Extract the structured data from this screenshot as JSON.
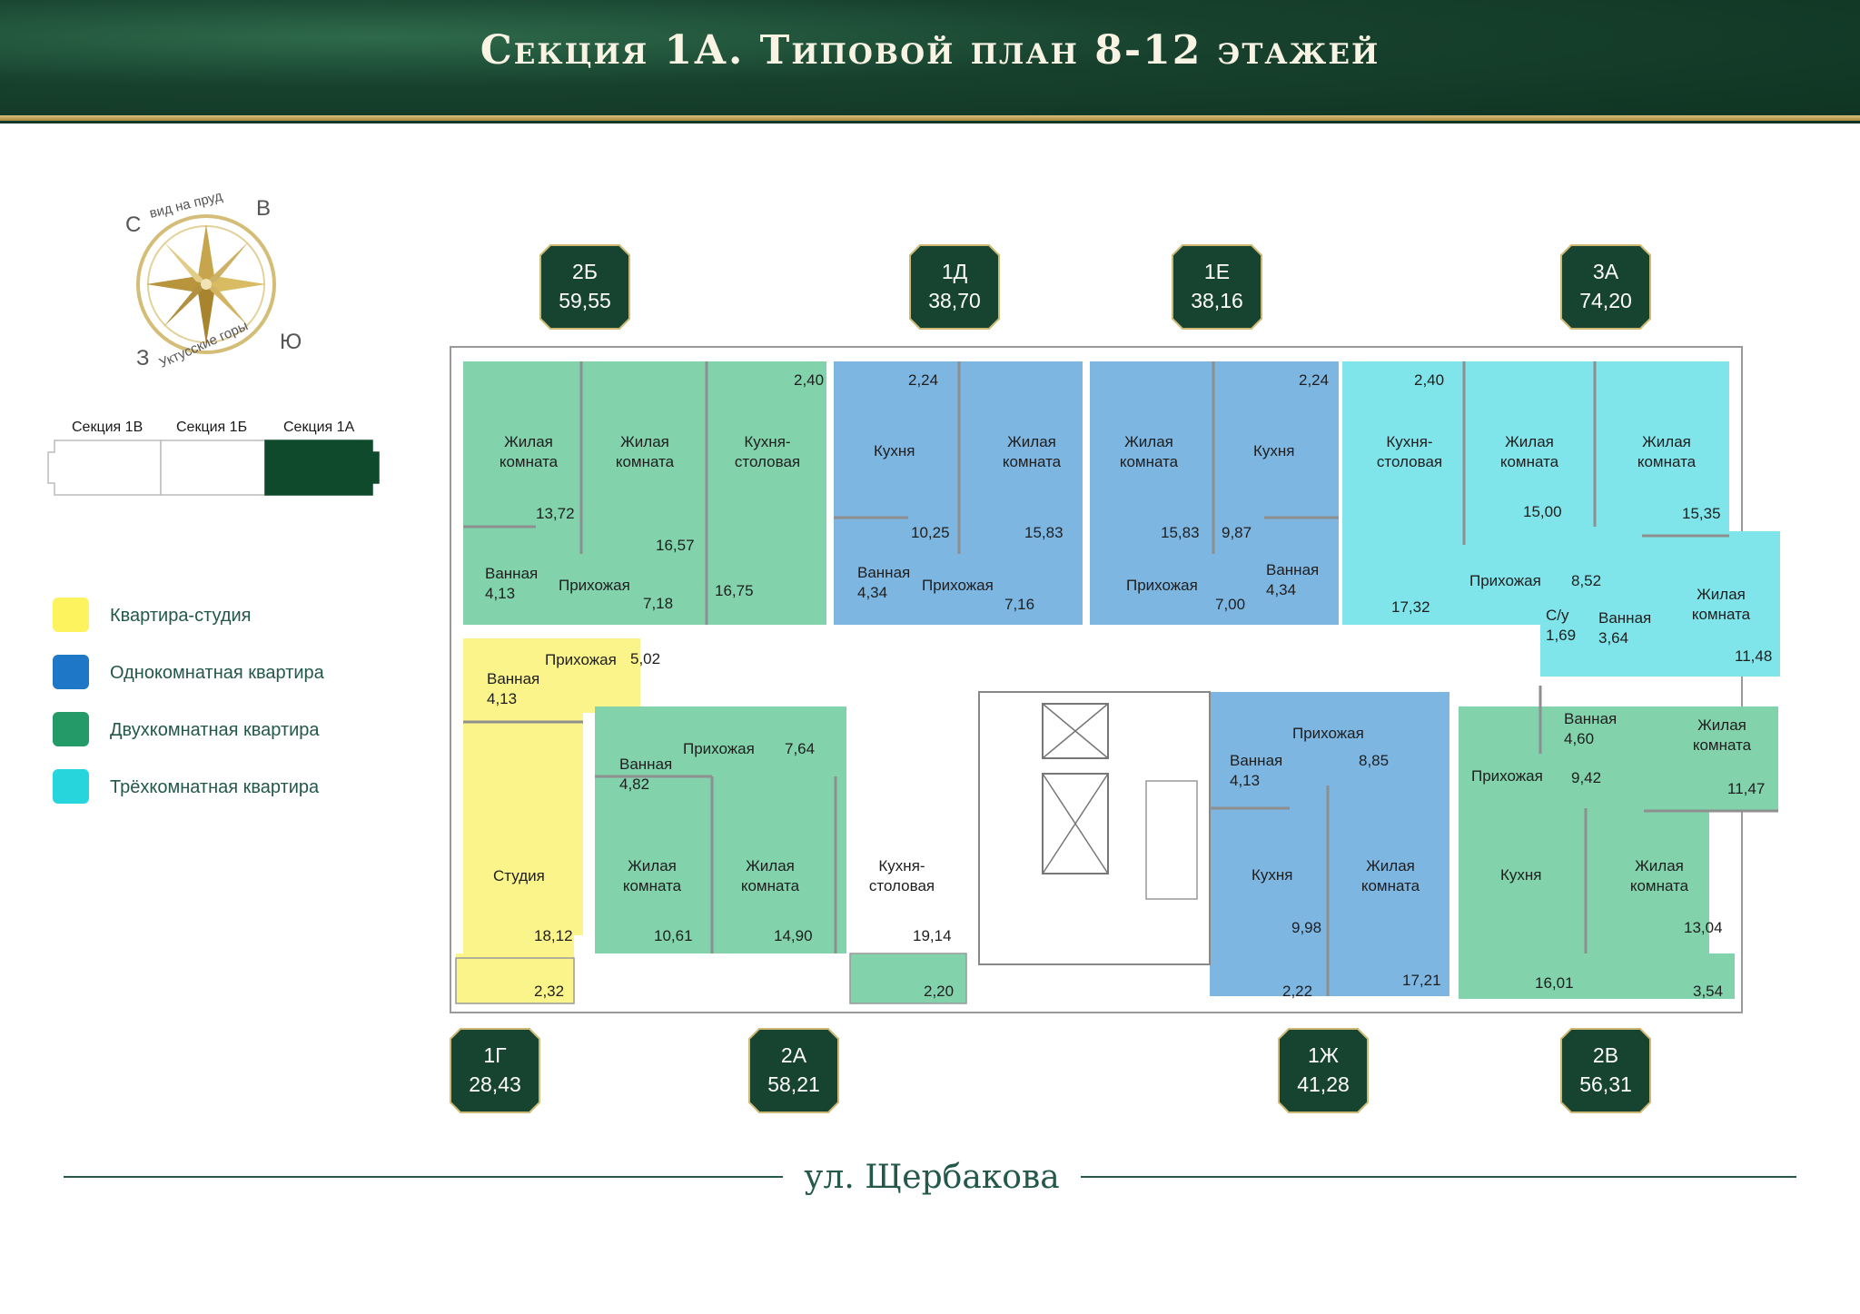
{
  "header": {
    "title": "Секция 1А. Типовой план 8-12 этажей"
  },
  "compass": {
    "north": "С",
    "east": "В",
    "south": "Ю",
    "west": "З",
    "top_label": "вид на пруд",
    "bottom_label": "Уктусские горы",
    "icon": "compass-rose-icon"
  },
  "section_selector": {
    "sections": [
      {
        "label": "Секция 1В",
        "active": false
      },
      {
        "label": "Секция 1Б",
        "active": false
      },
      {
        "label": "Секция 1А",
        "active": true
      }
    ]
  },
  "legend": {
    "items": [
      {
        "label": "Квартира-студия",
        "color": "#fdf35e"
      },
      {
        "label": "Однокомнатная квартира",
        "color": "#1f77c8"
      },
      {
        "label": "Двухкомнатная квартира",
        "color": "#239a68"
      },
      {
        "label": "Трёхкомнатная квартира",
        "color": "#27d6dc"
      }
    ]
  },
  "colors": {
    "studio": "#fbf48b",
    "one_room": "#7eb6e2",
    "two_room": "#82d2ac",
    "three_room": "#7fe5ea",
    "badge": "#174430",
    "badge_border": "#cdb874"
  },
  "apartments": {
    "top": [
      {
        "code": "2Б",
        "area": "59,55"
      },
      {
        "code": "1Д",
        "area": "38,70"
      },
      {
        "code": "1Е",
        "area": "38,16"
      },
      {
        "code": "3А",
        "area": "74,20"
      }
    ],
    "bottom": [
      {
        "code": "1Г",
        "area": "28,43"
      },
      {
        "code": "2А",
        "area": "58,21"
      },
      {
        "code": "1Ж",
        "area": "41,28"
      },
      {
        "code": "2В",
        "area": "56,31"
      }
    ]
  },
  "rooms": {
    "a2b_living1": "Жилая\nкомната",
    "a2b_living1_area": "13,72",
    "a2b_living2": "Жилая\nкомната",
    "a2b_living2_area": "16,57",
    "a2b_kitchen": "Кухня-\nстоловая",
    "a2b_kitchen_area": "16,75",
    "a2b_balcony": "2,40",
    "a2b_bath": "Ванная\n4,13",
    "a2b_hall": "Прихожая",
    "a2b_hall_area": "7,18",
    "a1d_kitchen": "Кухня",
    "a1d_kitchen_area": "10,25",
    "a1d_balcony": "2,24",
    "a1d_living": "Жилая\nкомната",
    "a1d_living_area": "15,83",
    "a1d_bath": "Ванная\n4,34",
    "a1d_hall": "Прихожая",
    "a1d_hall_area": "7,16",
    "a1e_living": "Жилая\nкомната",
    "a1e_living_area": "15,83",
    "a1e_kitchen": "Кухня",
    "a1e_kitchen_area": "9,87",
    "a1e_balcony": "2,24",
    "a1e_hall": "Прихожая",
    "a1e_hall_area": "7,00",
    "a1e_bath": "Ванная\n4,34",
    "a3a_kitchen": "Кухня-\nстоловая",
    "a3a_kitchen_area": "17,32",
    "a3a_balcony": "2,40",
    "a3a_living1": "Жилая\nкомната",
    "a3a_living1_area": "15,00",
    "a3a_living2": "Жилая\nкомната",
    "a3a_living2_area": "15,35",
    "a3a_hall": "Прихожая",
    "a3a_hall_area": "8,52",
    "a3a_wc": "С/у\n1,69",
    "a3a_bath": "Ванная\n3,64",
    "a3a_living3": "Жилая\nкомната",
    "a3a_living3_area": "11,48",
    "a1g_hall": "Прихожая",
    "a1g_hall_area": "5,02",
    "a1g_bath": "Ванная\n4,13",
    "a1g_studio": "Студия",
    "a1g_studio_area": "18,12",
    "a1g_balcony": "2,32",
    "a2a_bath": "Ванная\n4,82",
    "a2a_hall": "Прихожая",
    "a2a_hall_area": "7,64",
    "a2a_living1": "Жилая\nкомната",
    "a2a_living1_area": "10,61",
    "a2a_living2": "Жилая\nкомната",
    "a2a_living2_area": "14,90",
    "a2a_kitchen": "Кухня-\nстоловая",
    "a2a_kitchen_area": "19,14",
    "a2a_balcony": "2,20",
    "a1zh_hall": "Прихожая",
    "a1zh_hall_area": "8,85",
    "a1zh_bath": "Ванная\n4,13",
    "a1zh_kitchen": "Кухня",
    "a1zh_kitchen_area": "9,98",
    "a1zh_living": "Жилая\nкомната",
    "a1zh_living_area": "17,21",
    "a1zh_balcony": "2,22",
    "a2v_hall": "Прихожая",
    "a2v_hall_area": "9,42",
    "a2v_bath": "Ванная\n4,60",
    "a2v_living1": "Жилая\nкомната",
    "a2v_living1_area": "11,47",
    "a2v_kitchen": "Кухня",
    "a2v_kitchen_area": "16,01",
    "a2v_living2": "Жилая\nкомната",
    "a2v_living2_area": "13,04",
    "a2v_balcony": "3,54"
  },
  "street": {
    "name": "ул. Щербакова"
  }
}
